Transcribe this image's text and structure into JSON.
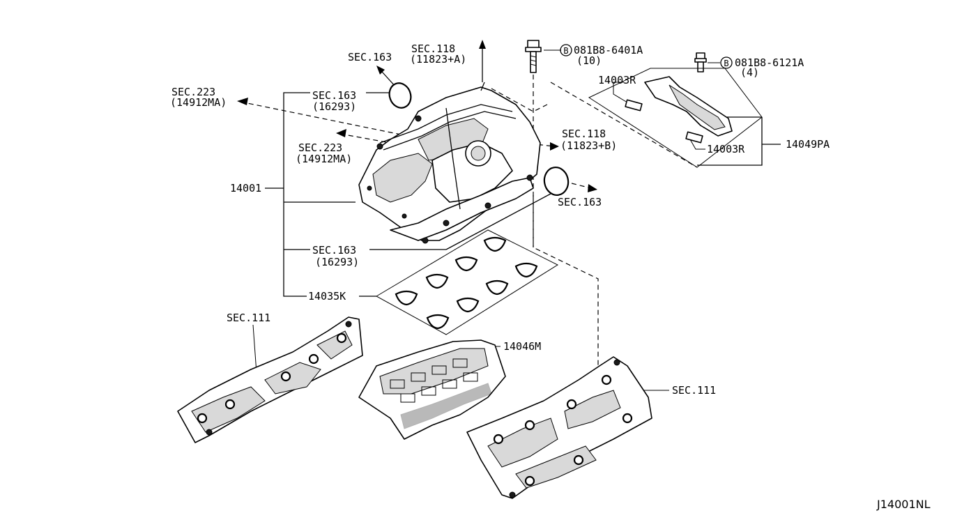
{
  "diagram_id": "J14001NL",
  "callouts": {
    "sec118_a_line1": "SEC.118",
    "sec118_a_line2": "(11823+A)",
    "sec163_top": "SEC.163",
    "bolt1_code": "081B8-6401A",
    "bolt1_qty": "(10)",
    "bolt1_marker": "B",
    "bolt2_code": "081B8-6121A",
    "bolt2_qty": "(4)",
    "bolt2_marker": "B",
    "sec223_left_line1": "SEC.223",
    "sec223_left_line2": "(14912MA)",
    "sec163_16293_top_line1": "SEC.163",
    "sec163_16293_top_line2": "(16293)",
    "sec223_mid_line1": "SEC.223",
    "sec223_mid_line2": "(14912MA)",
    "sec118_b_line1": "SEC.118",
    "sec118_b_line2": "(11823+B)",
    "part_14003r_top": "14003R",
    "part_14003r_bottom": "14003R",
    "part_14049pa": "14049PA",
    "part_14001": "14001",
    "sec163_right": "SEC.163",
    "sec163_16293_bot_line1": "SEC.163",
    "sec163_16293_bot_line2": "(16293)",
    "part_14035k": "14035K",
    "sec111_left": "SEC.111",
    "part_14046m": "14046M",
    "sec111_right": "SEC.111"
  }
}
